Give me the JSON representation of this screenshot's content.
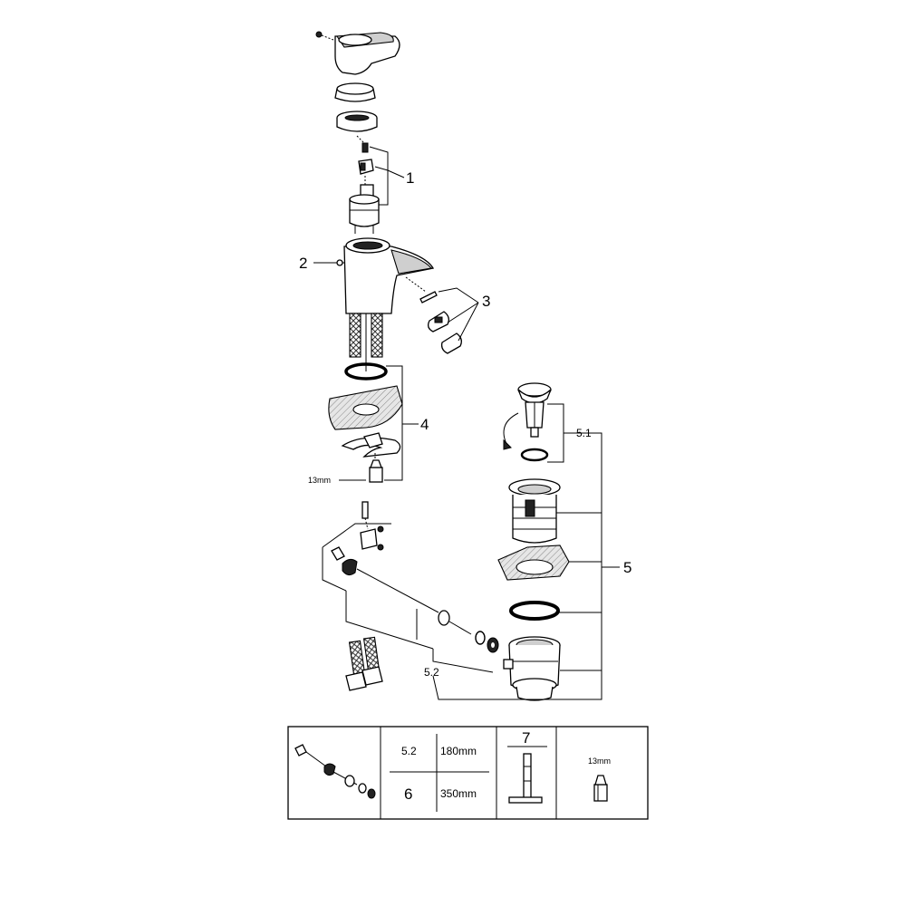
{
  "callouts": {
    "c1": "1",
    "c2": "2",
    "c3": "3",
    "c4": "4",
    "c5": "5",
    "c51": "5.1",
    "c52": "5.2",
    "wrench_size": "13mm"
  },
  "table": {
    "rod_row_label": "5.2",
    "rod_row_length": "180mm",
    "hose_row_label": "6",
    "hose_row_length": "350mm",
    "tool_label": "7",
    "wrench_size": "13mm"
  }
}
